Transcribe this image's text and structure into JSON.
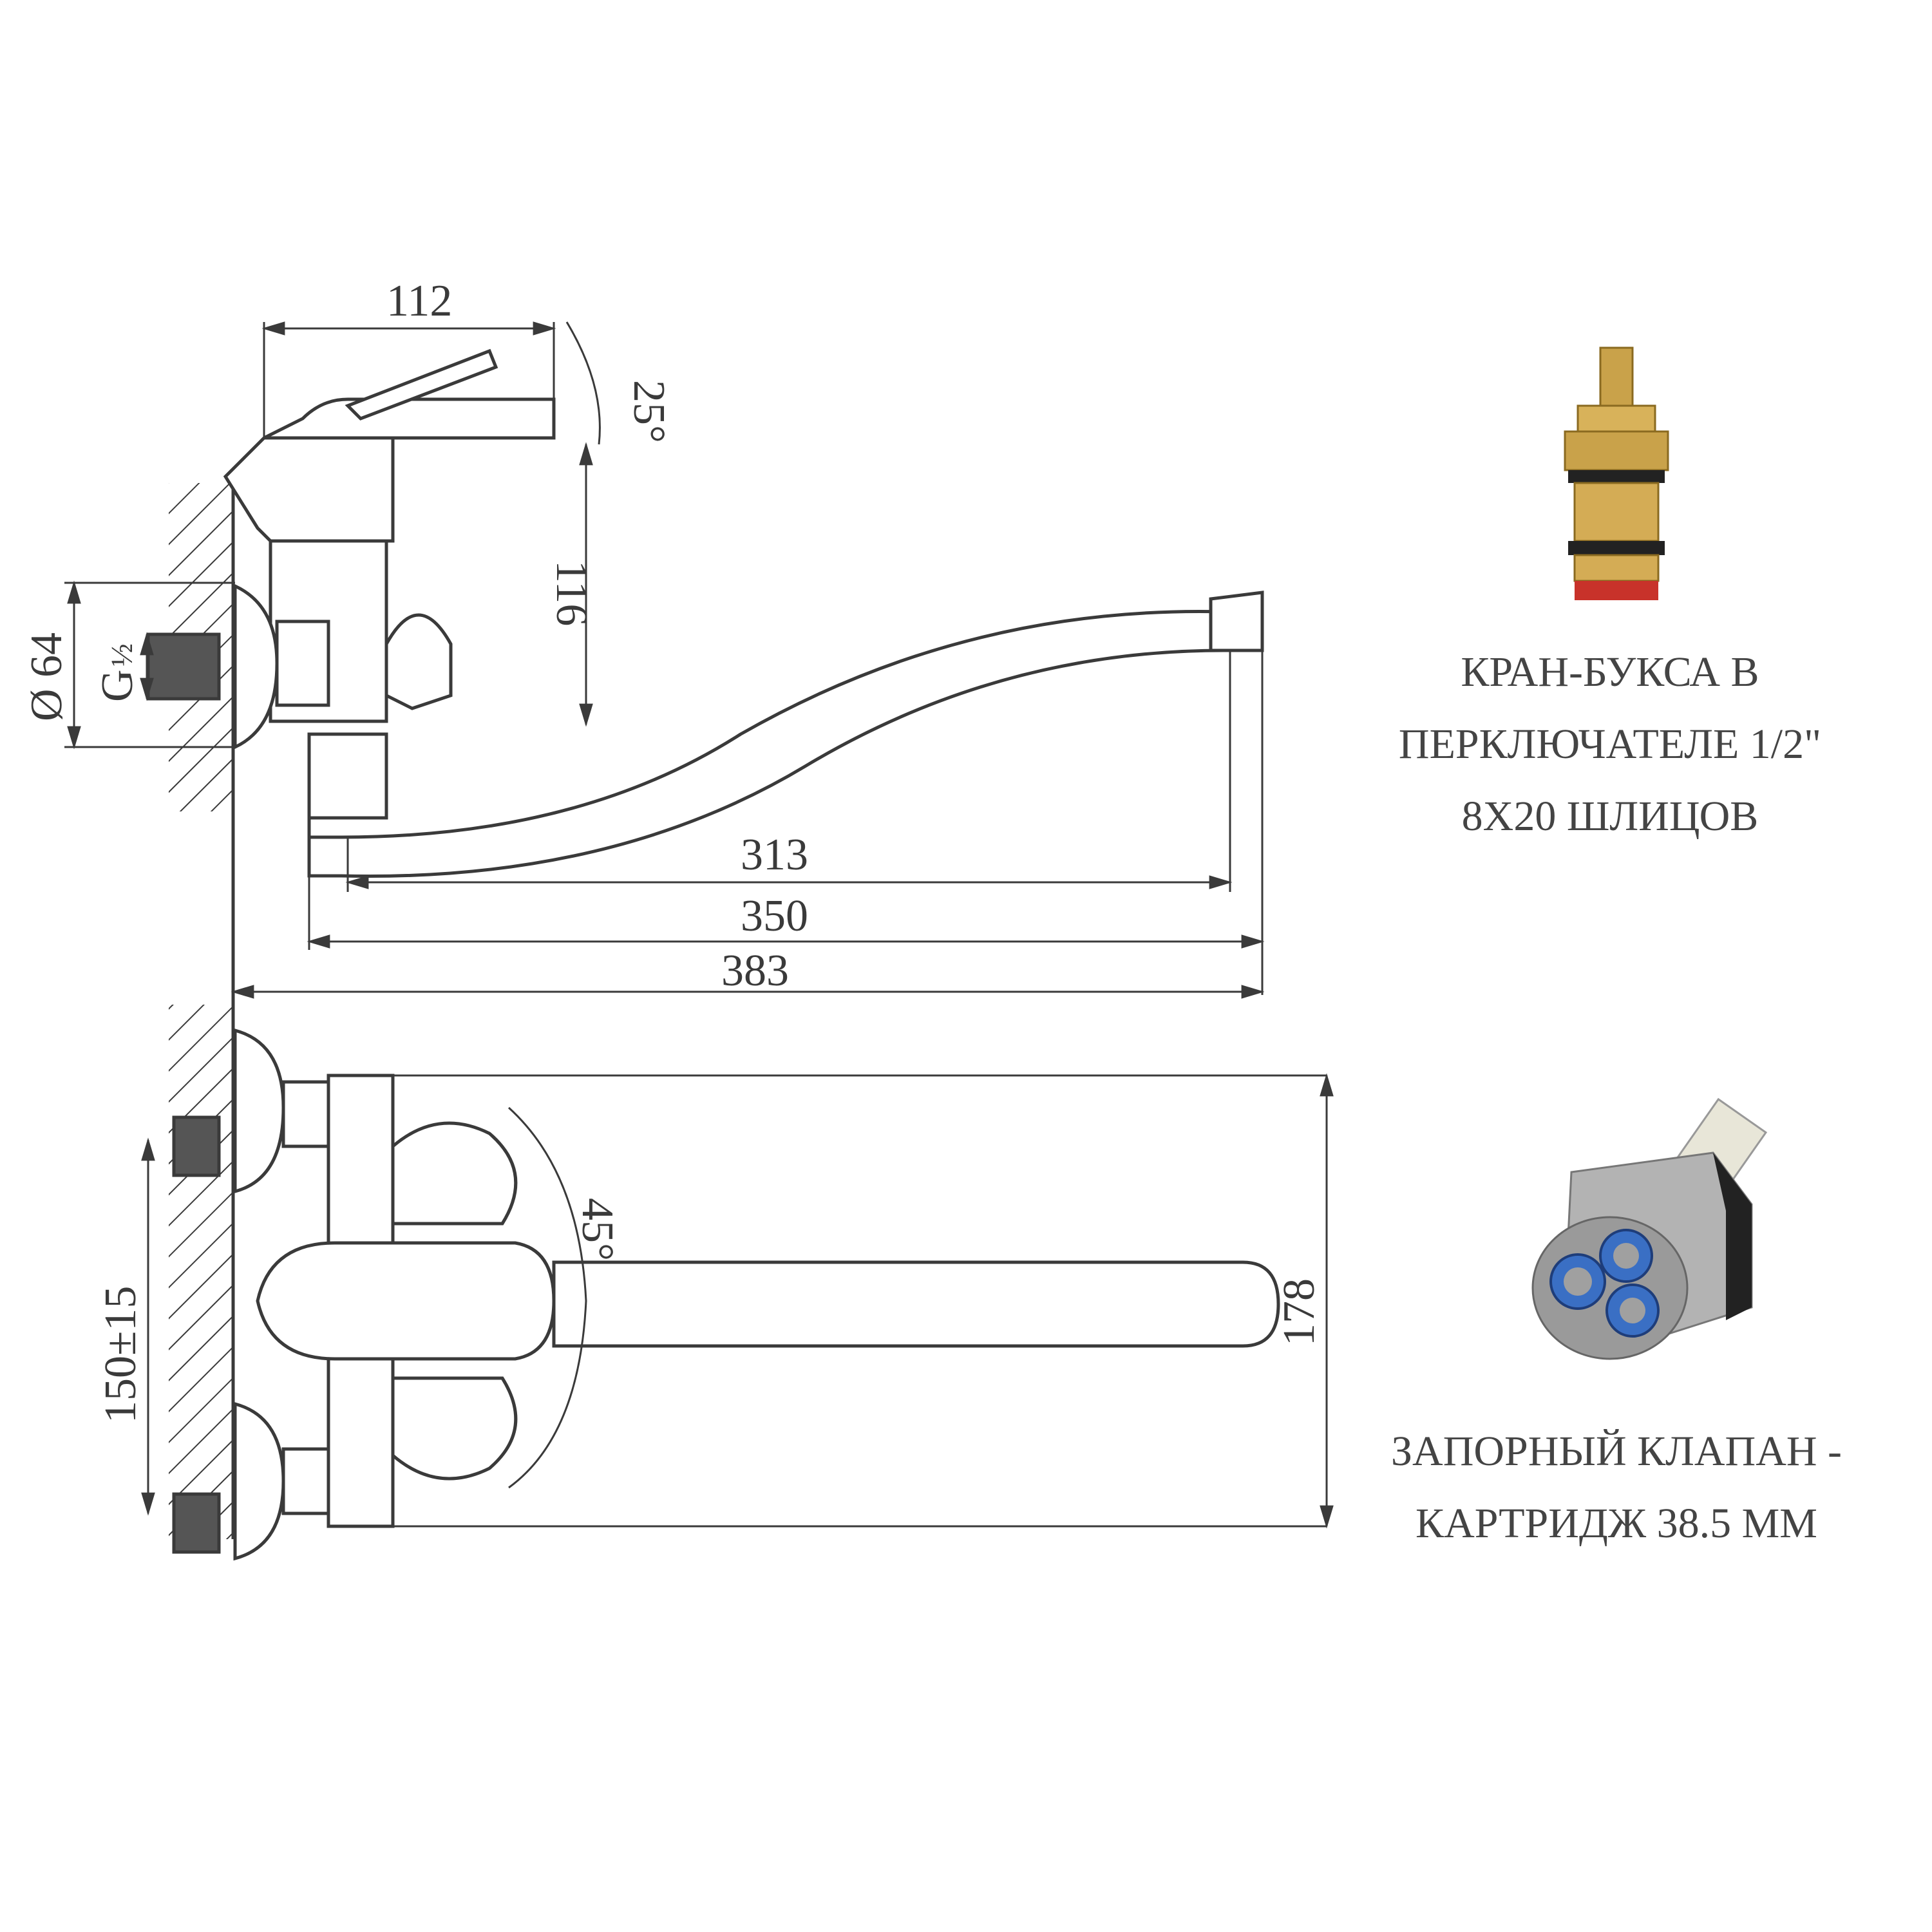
{
  "dimensions": {
    "top_width": "112",
    "handle_angle": "25°",
    "body_height": "116",
    "diameter": "Ø 64",
    "thread_g": "G",
    "thread_frac": "½",
    "spout_313": "313",
    "spout_350": "350",
    "spout_383": "383",
    "spout_angle": "45°",
    "inlet_spacing": "150±15",
    "total_height": "178"
  },
  "captions": {
    "valve": [
      "КРАН-БУКСА В",
      "ПЕРКЛЮЧАТЕЛЕ 1/2\"",
      "8X20 ШЛИЦОВ"
    ],
    "cartridge": [
      "ЗАПОРНЫЙ КЛАПАН -",
      "КАРТРИДЖ 38.5 ММ"
    ]
  },
  "colors": {
    "line": "#3a3a3a",
    "brass": "#c9a24a",
    "gray_cartridge": "#9a9a9a",
    "blue": "#3a6fc4",
    "red": "#c8322a"
  }
}
